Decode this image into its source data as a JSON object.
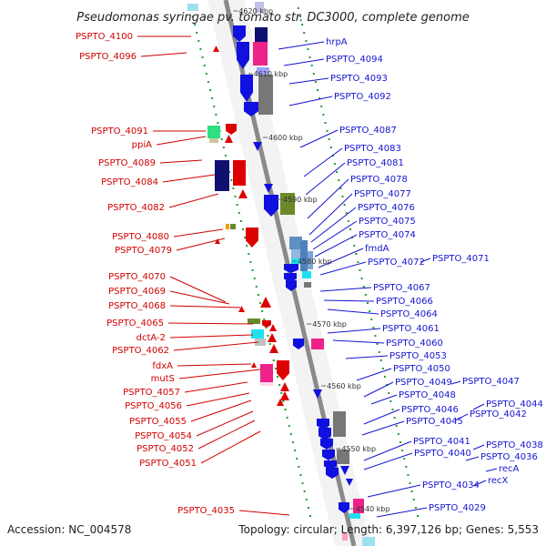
{
  "title": "Pseudomonas syringae pv. tomato str. DC3000, complete genome",
  "footer": {
    "accession": "Accession: NC_004578",
    "info": "Topology: circular; Length: 6,397,126 bp; Genes: 5,553"
  },
  "colors": {
    "forward": "#dd0000",
    "reverse": "#1010e0",
    "label_forward": "#d00000",
    "label_reverse": "#1414d2",
    "backbone": "#8a8a8a",
    "track_dots": "#2a9a2a",
    "magenta": "#ee2288",
    "navy": "#101070",
    "olive": "#6a8a2a",
    "cyan": "#20e0f0",
    "green": "#30e080",
    "gray": "#777777",
    "steel": "#6090c0"
  },
  "ruler": [
    "4620 kbp",
    "4610 kbp",
    "4600 kbp",
    "4590 kbp",
    "4580 kbp",
    "4570 kbp",
    "4560 kbp",
    "4550 kbp",
    "4540 kbp"
  ],
  "left_labels": [
    "PSPTO_4100",
    "PSPTO_4096",
    "PSPTO_4091",
    "ppiA",
    "PSPTO_4089",
    "PSPTO_4084",
    "PSPTO_4082",
    "PSPTO_4080",
    "PSPTO_4079",
    "PSPTO_4070",
    "PSPTO_4069",
    "PSPTO_4068",
    "PSPTO_4065",
    "dctA-2",
    "PSPTO_4062",
    "fdxA",
    "mutS",
    "PSPTO_4057",
    "PSPTO_4056",
    "PSPTO_4055",
    "PSPTO_4054",
    "PSPTO_4052",
    "PSPTO_4051",
    "PSPTO_4035"
  ],
  "right_labels": [
    "hrpA",
    "PSPTO_4094",
    "PSPTO_4093",
    "PSPTO_4092",
    "PSPTO_4087",
    "PSPTO_4083",
    "PSPTO_4081",
    "PSPTO_4078",
    "PSPTO_4077",
    "PSPTO_4076",
    "PSPTO_4075",
    "PSPTO_4074",
    "fmdA",
    "PSPTO_4072",
    "PSPTO_4071",
    "PSPTO_4067",
    "PSPTO_4066",
    "PSPTO_4064",
    "PSPTO_4061",
    "PSPTO_4060",
    "PSPTO_4053",
    "PSPTO_4050",
    "PSPTO_4049",
    "PSPTO_4047",
    "PSPTO_4048",
    "PSPTO_4046",
    "PSPTO_4044",
    "PSPTO_4045",
    "PSPTO_4042",
    "PSPTO_4041",
    "PSPTO_4038",
    "PSPTO_4040",
    "PSPTO_4036",
    "recA",
    "PSPTO_4034",
    "recX",
    "PSPTO_4029"
  ]
}
